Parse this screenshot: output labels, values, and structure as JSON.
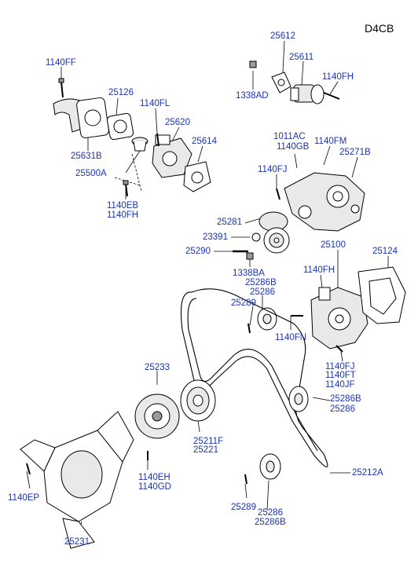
{
  "diagram": {
    "title": "D4CB",
    "labels": {
      "l1140ff": "1140FF",
      "l25126": "25126",
      "l1140fl": "1140FL",
      "l25620": "25620",
      "l25614": "25614",
      "l25631b": "25631B",
      "l25500a": "25500A",
      "l1140eb": "1140EB",
      "l1140fh_a": "1140FH",
      "l25612": "25612",
      "l25611": "25611",
      "l1140fh_b": "1140FH",
      "l1338ad": "1338AD",
      "l1011ac": "1011AC",
      "l1140gb": "1140GB",
      "l1140fm": "1140FM",
      "l1140fj_a": "1140FJ",
      "l25271b": "25271B",
      "l25281": "25281",
      "l23391": "23391",
      "l25290": "25290",
      "l1338ba": "1338BA",
      "l25286b_a": "25286B",
      "l25286_a": "25286",
      "l25289_a": "25289",
      "l25100": "25100",
      "l25124": "25124",
      "l1140fh_c": "1140FH",
      "l1140fn": "1140FN",
      "l1140fj_b": "1140FJ",
      "l1140ft": "1140FT",
      "l1140jf": "1140JF",
      "l25286b_b": "25286B",
      "l25286_b": "25286",
      "l25233": "25233",
      "l25211f": "25211F",
      "l25221": "25221",
      "l1140eh": "1140EH",
      "l1140gd": "1140GD",
      "l1140ep": "1140EP",
      "l25212a": "25212A",
      "l25289_b": "25289",
      "l25286_c": "25286",
      "l25286b_c": "25286B",
      "l25231": "25231"
    }
  }
}
